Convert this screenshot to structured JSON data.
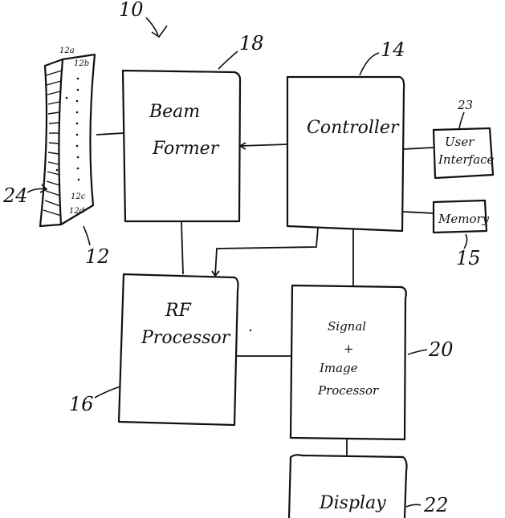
{
  "figure_number": "10",
  "blocks": {
    "beam_former": {
      "label_line1": "Beam",
      "label_line2": "Former",
      "ref": "18"
    },
    "controller": {
      "label": "Controller",
      "ref": "14"
    },
    "user_interface": {
      "label_line1": "User",
      "label_line2": "Interface",
      "ref": "23"
    },
    "memory": {
      "label": "Memory",
      "ref": "15"
    },
    "rf_processor": {
      "label_line1": "RF",
      "label_line2": "Processor",
      "ref": "16"
    },
    "signal_image_processor": {
      "label_line1": "Signal",
      "label_line2": "+",
      "label_line3": "Image",
      "label_line4": "Processor",
      "ref": "20"
    },
    "display": {
      "label": "Display",
      "ref": "22"
    }
  },
  "transducer": {
    "ref": "12",
    "element_ref": "24",
    "element_labels": [
      "12a",
      "12b",
      "12c",
      "12d"
    ]
  }
}
